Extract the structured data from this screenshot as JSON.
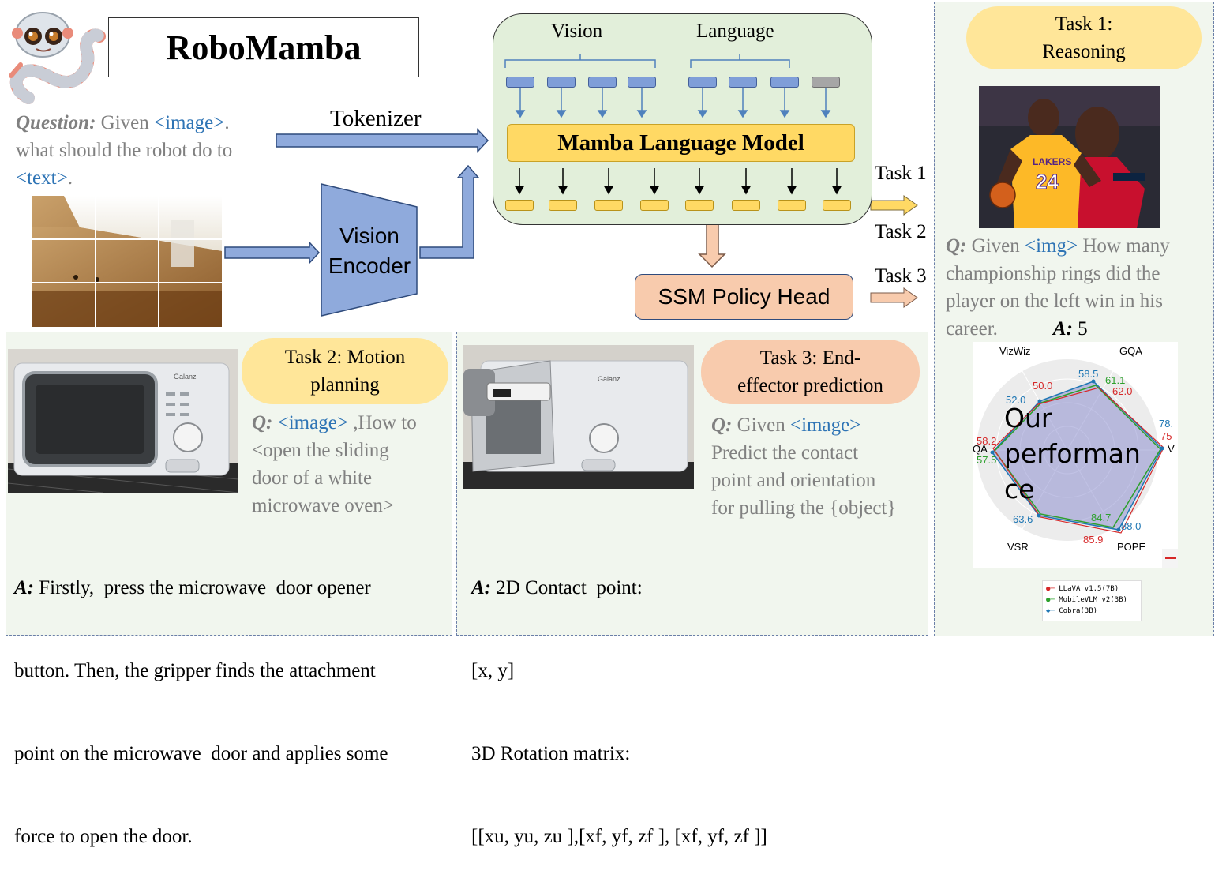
{
  "title": "RoboMamba",
  "question": {
    "label": "Question:",
    "given": " Given ",
    "image_tag": "<image>",
    "dot": ".",
    "line2": "what should the robot do to",
    "text_tag": "<text>",
    "end": "."
  },
  "tokenizer_label": "Tokenizer",
  "vision_encoder_label": [
    "Vision",
    "Encoder"
  ],
  "language_model": {
    "vision_label": "Vision",
    "language_label": "Language",
    "model_label": "Mamba Language Model"
  },
  "ssm_policy_head": "SSM Policy Head",
  "task_outputs": [
    "Task 1",
    "Task 2",
    "Task 3"
  ],
  "task1": {
    "pill": [
      "Task 1:",
      "Reasoning"
    ],
    "q_label": "Q:",
    "q_given": " Given ",
    "q_img": "<img>",
    "q_rest1": " How many",
    "q_line2": "championship rings did the",
    "q_line3": "player on the left win in his",
    "q_line4": "career.",
    "a_label": "A:",
    "a_value": " 5",
    "jersey_text": "LAKERS",
    "jersey_number": "24",
    "radar": {
      "axes": [
        "VizWiz",
        "GQA",
        "V",
        "POPE",
        "VSR",
        "QA"
      ],
      "values": [
        "58.5",
        "61.1",
        "62.0",
        "50.0",
        "52.0",
        "78.",
        "75",
        "58.2",
        "57.5",
        "63.6",
        "84.7",
        "88.0",
        "85.9"
      ],
      "overlay": [
        "Our",
        "performan",
        "ce"
      ],
      "legend": [
        "LLaVA v1.5(7B)",
        "MobileVLM v2(3B)",
        "Cobra(3B)"
      ],
      "colors": {
        "llava": "#d62728",
        "mobilevlm": "#2ca02c",
        "cobra": "#1f77b4"
      }
    }
  },
  "task2": {
    "pill": [
      "Task 2: Motion",
      "planning"
    ],
    "brand": "Galanz",
    "q_label": "Q:",
    "q_image": " <image>",
    "q_rest": " ,How to",
    "q_lines": [
      "<open the sliding",
      "door of a white",
      "microwave oven>"
    ],
    "a_label": "A:",
    "a_lines": [
      " Firstly,  press the microwave  door opener",
      "button. Then, the gripper finds the attachment",
      "point on the microwave  door and applies some",
      "force to open the door."
    ]
  },
  "task3": {
    "pill": [
      "Task 3: End-",
      "effector prediction"
    ],
    "brand": "Galanz",
    "q_label": "Q:",
    "q_given": " Given ",
    "q_image": "<image>",
    "q_lines": [
      "Predict the contact",
      "point and orientation",
      "for pulling the {object}"
    ],
    "a_label": "A:",
    "a_lines": [
      " 2D Contact  point:",
      "[x, y]",
      "3D Rotation matrix:",
      "[[xu, yu, zu ],[xf, yf, zf ], [xf, yf, zf ]]"
    ]
  }
}
